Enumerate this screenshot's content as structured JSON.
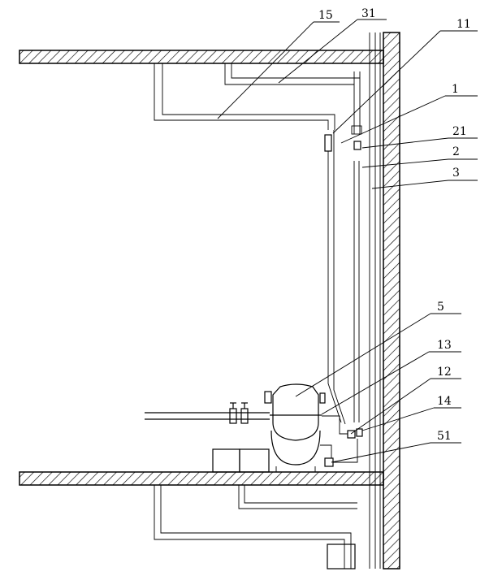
{
  "labels": {
    "l15": "15",
    "l31": "31",
    "l11": "11",
    "l1": "1",
    "l21": "21",
    "l2": "2",
    "l3": "3",
    "l5": "5",
    "l13": "13",
    "l12": "12",
    "l14": "14",
    "l51": "51"
  }
}
